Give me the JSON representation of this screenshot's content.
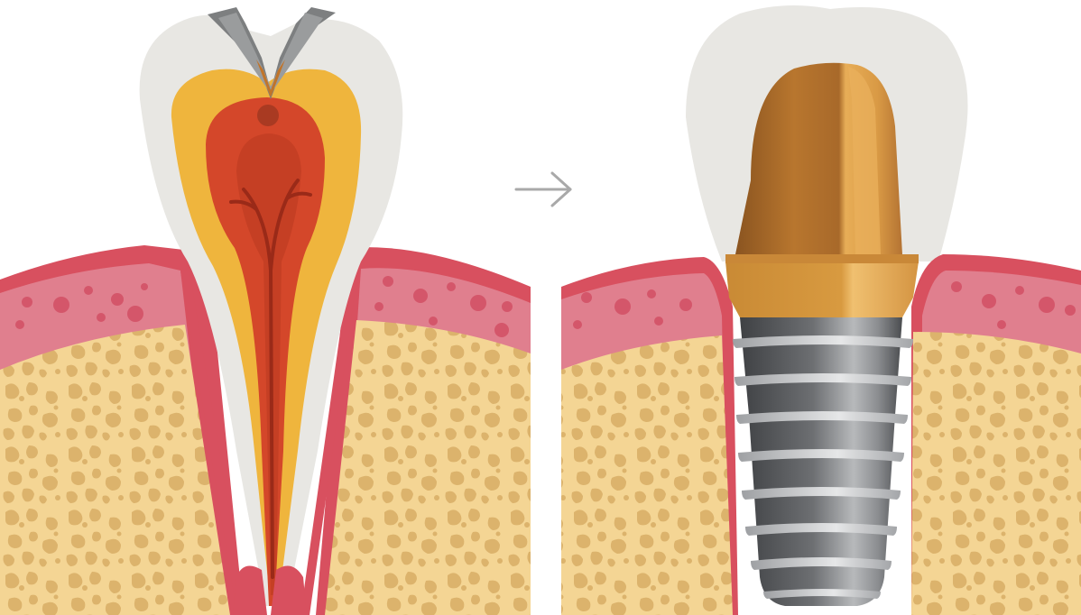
{
  "panels": [
    {
      "id": "natural-tooth",
      "depicts": "tooth-with-cavity"
    },
    {
      "id": "dental-implant",
      "depicts": "implant-with-crown"
    }
  ],
  "arrow": {
    "icon": "right-arrow-icon",
    "color": "#a9a9a9"
  },
  "colors": {
    "background": "#ffffff",
    "gum_outer": "#d8505f",
    "gum_inner": "#e07f8e",
    "gum_spots": "#d4566a",
    "bone": "#f4d594",
    "bone_holes": "#dcb36c",
    "enamel": "#e8e7e3",
    "dentin": "#efb53d",
    "pulp_outer": "#d4472a",
    "pulp_inner": "#b8381f",
    "nerve": "#9a2a18",
    "cavity": "#7d7f80",
    "abutment": "#b06f28",
    "abutment_light": "#e2a54f",
    "screw": "#6f7174",
    "thread": "#d2d4d6"
  }
}
